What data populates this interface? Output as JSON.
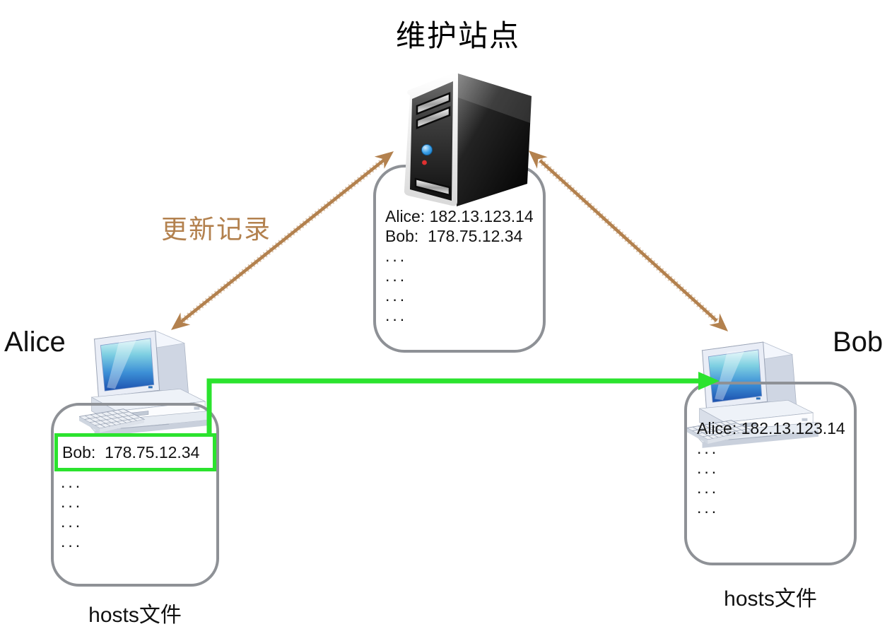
{
  "title": "维护站点",
  "update_label": "更新记录",
  "alice_label": "Alice",
  "bob_label": "Bob",
  "server_box": {
    "line1": "Alice: 182.13.123.14",
    "line2": "Bob:  178.75.12.34",
    "dots": [
      "...",
      "...",
      "...",
      "..."
    ]
  },
  "alice_box": {
    "highlight": "Bob:  178.75.12.34",
    "dots": [
      "...",
      "...",
      "...",
      "..."
    ],
    "file_label": "hosts文件"
  },
  "bob_box": {
    "line1": "Alice: 182.13.123.14",
    "dots": [
      "...",
      "...",
      "...",
      "..."
    ],
    "file_label": "hosts文件"
  },
  "colors": {
    "arrow_brown": "#b3814e",
    "connector_green": "#2be32e",
    "box_border_gray": "#8e9196",
    "highlight_border_green": "#2be32e"
  }
}
